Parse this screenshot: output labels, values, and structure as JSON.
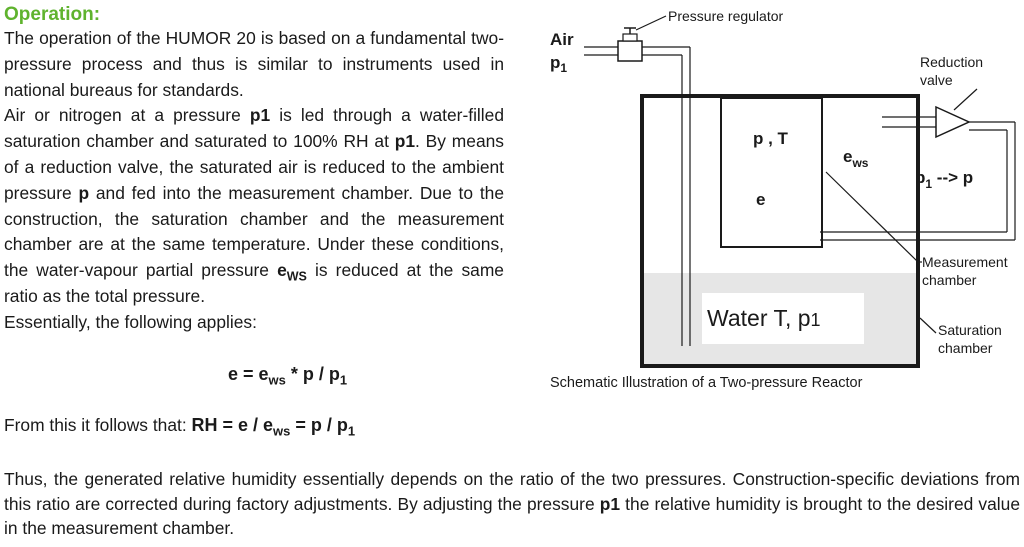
{
  "heading": "Operation:",
  "paragraphs": {
    "intro": "The operation of the HUMOR 20 is based on a fundamental two-pressure process and thus is similar to instruments used in national bureaus for standards.",
    "air_a": "Air or nitrogen at a pressure ",
    "p1": "p1",
    "air_b": " is led through a water-filled saturation chamber and saturated to 100% RH at ",
    "air_c": ". By means of a reduction valve, the saturated air is reduced to the ambient pressure ",
    "p": "p",
    "air_d": " and fed into the measurement chamber. Due to the construction, the saturation chamber and the measurement chamber are at the same temperature. Under these conditions, the water-vapour partial pressure ",
    "ews_base": "e",
    "ews_sub": "WS",
    "air_e": " is reduced at the same ratio as the total pressure.",
    "applies": "Essentially, the following applies:"
  },
  "formula": {
    "lhs": "e = e",
    "sub": "ws",
    "mul": " * ",
    "rhs": "p / p",
    "rhs_sub": "1"
  },
  "rh": {
    "prefix": "From this it follows that: ",
    "a": "RH = e / e",
    "a_sub": "ws",
    "b": " = p / p",
    "b_sub": "1"
  },
  "bottom": {
    "a": "Thus, the generated relative humidity essentially depends on the ratio of the two pressures. Construction-specific deviations from this ratio are corrected during factory adjustments. By adjusting the pressure ",
    "p1": "p1",
    "b": " the relative humidity is brought to the desired value in the measurement chamber."
  },
  "diagram": {
    "air": "Air",
    "air_p": "p",
    "air_p_sub": "1",
    "pressure_regulator": "Pressure regulator",
    "reduction_valve_1": "Reduction",
    "reduction_valve_2": "valve",
    "pT": "p , T",
    "e": "e",
    "ews": "e",
    "ews_sub": "ws",
    "p1p_a": "p",
    "p1p_sub": "1",
    "p1p_b": " --> p",
    "water": "Water T, p",
    "water_sub": "1",
    "measurement_1": "Measurement",
    "measurement_2": "chamber",
    "saturation_1": "Saturation",
    "saturation_2": "chamber",
    "caption": "Schematic Illustration of a Two-pressure Reactor"
  },
  "colors": {
    "heading": "#5fb32e",
    "water": "#e6e6e6",
    "lines": "#1a1a1a"
  }
}
